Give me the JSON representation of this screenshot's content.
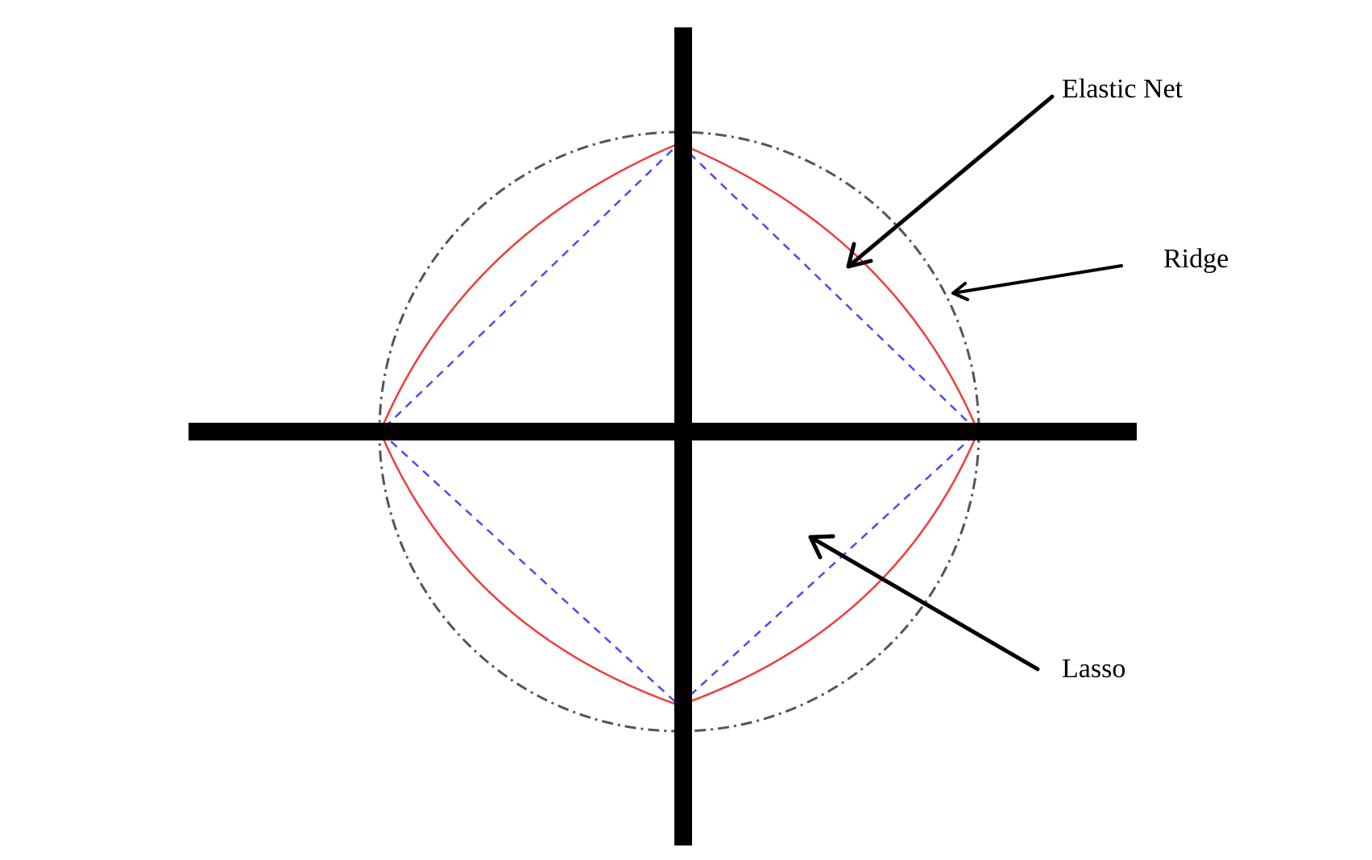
{
  "labels": {
    "elastic_net": "Elastic Net",
    "ridge": "Ridge",
    "lasso": "Lasso"
  },
  "colors": {
    "axes": "#000000",
    "ridge_circle": "#555555",
    "elastic_net_curve": "#f03c3c",
    "lasso_diamond": "#4a4af0",
    "arrows": "#000000",
    "background": "#ffffff"
  }
}
